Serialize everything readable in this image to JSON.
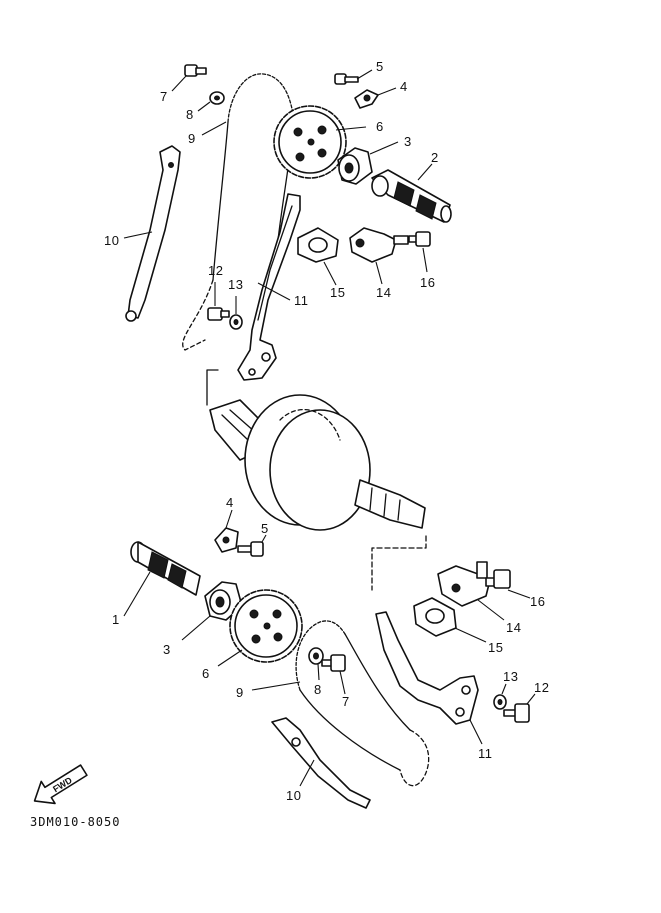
{
  "diagram": {
    "drawing_code": "3DM010-8050",
    "direction_arrow_label": "FWD",
    "callouts": {
      "upper": {
        "p1": "",
        "p2": "2",
        "p3": "3",
        "p4": "4",
        "p5": "5",
        "p6": "6",
        "p7": "7",
        "p8": "8",
        "p9": "9",
        "p10": "10",
        "p11": "11",
        "p12": "12",
        "p13": "13",
        "p14": "14",
        "p15": "15",
        "p16": "16"
      },
      "lower": {
        "p1": "1",
        "p3": "3",
        "p4": "4",
        "p5": "5",
        "p6": "6",
        "p7": "7",
        "p8": "8",
        "p9": "9",
        "p10": "10",
        "p11": "11",
        "p12": "12",
        "p13": "13",
        "p14": "14",
        "p15": "15",
        "p16": "16"
      }
    },
    "colors": {
      "ink": "#111111",
      "paper": "#ffffff"
    }
  }
}
